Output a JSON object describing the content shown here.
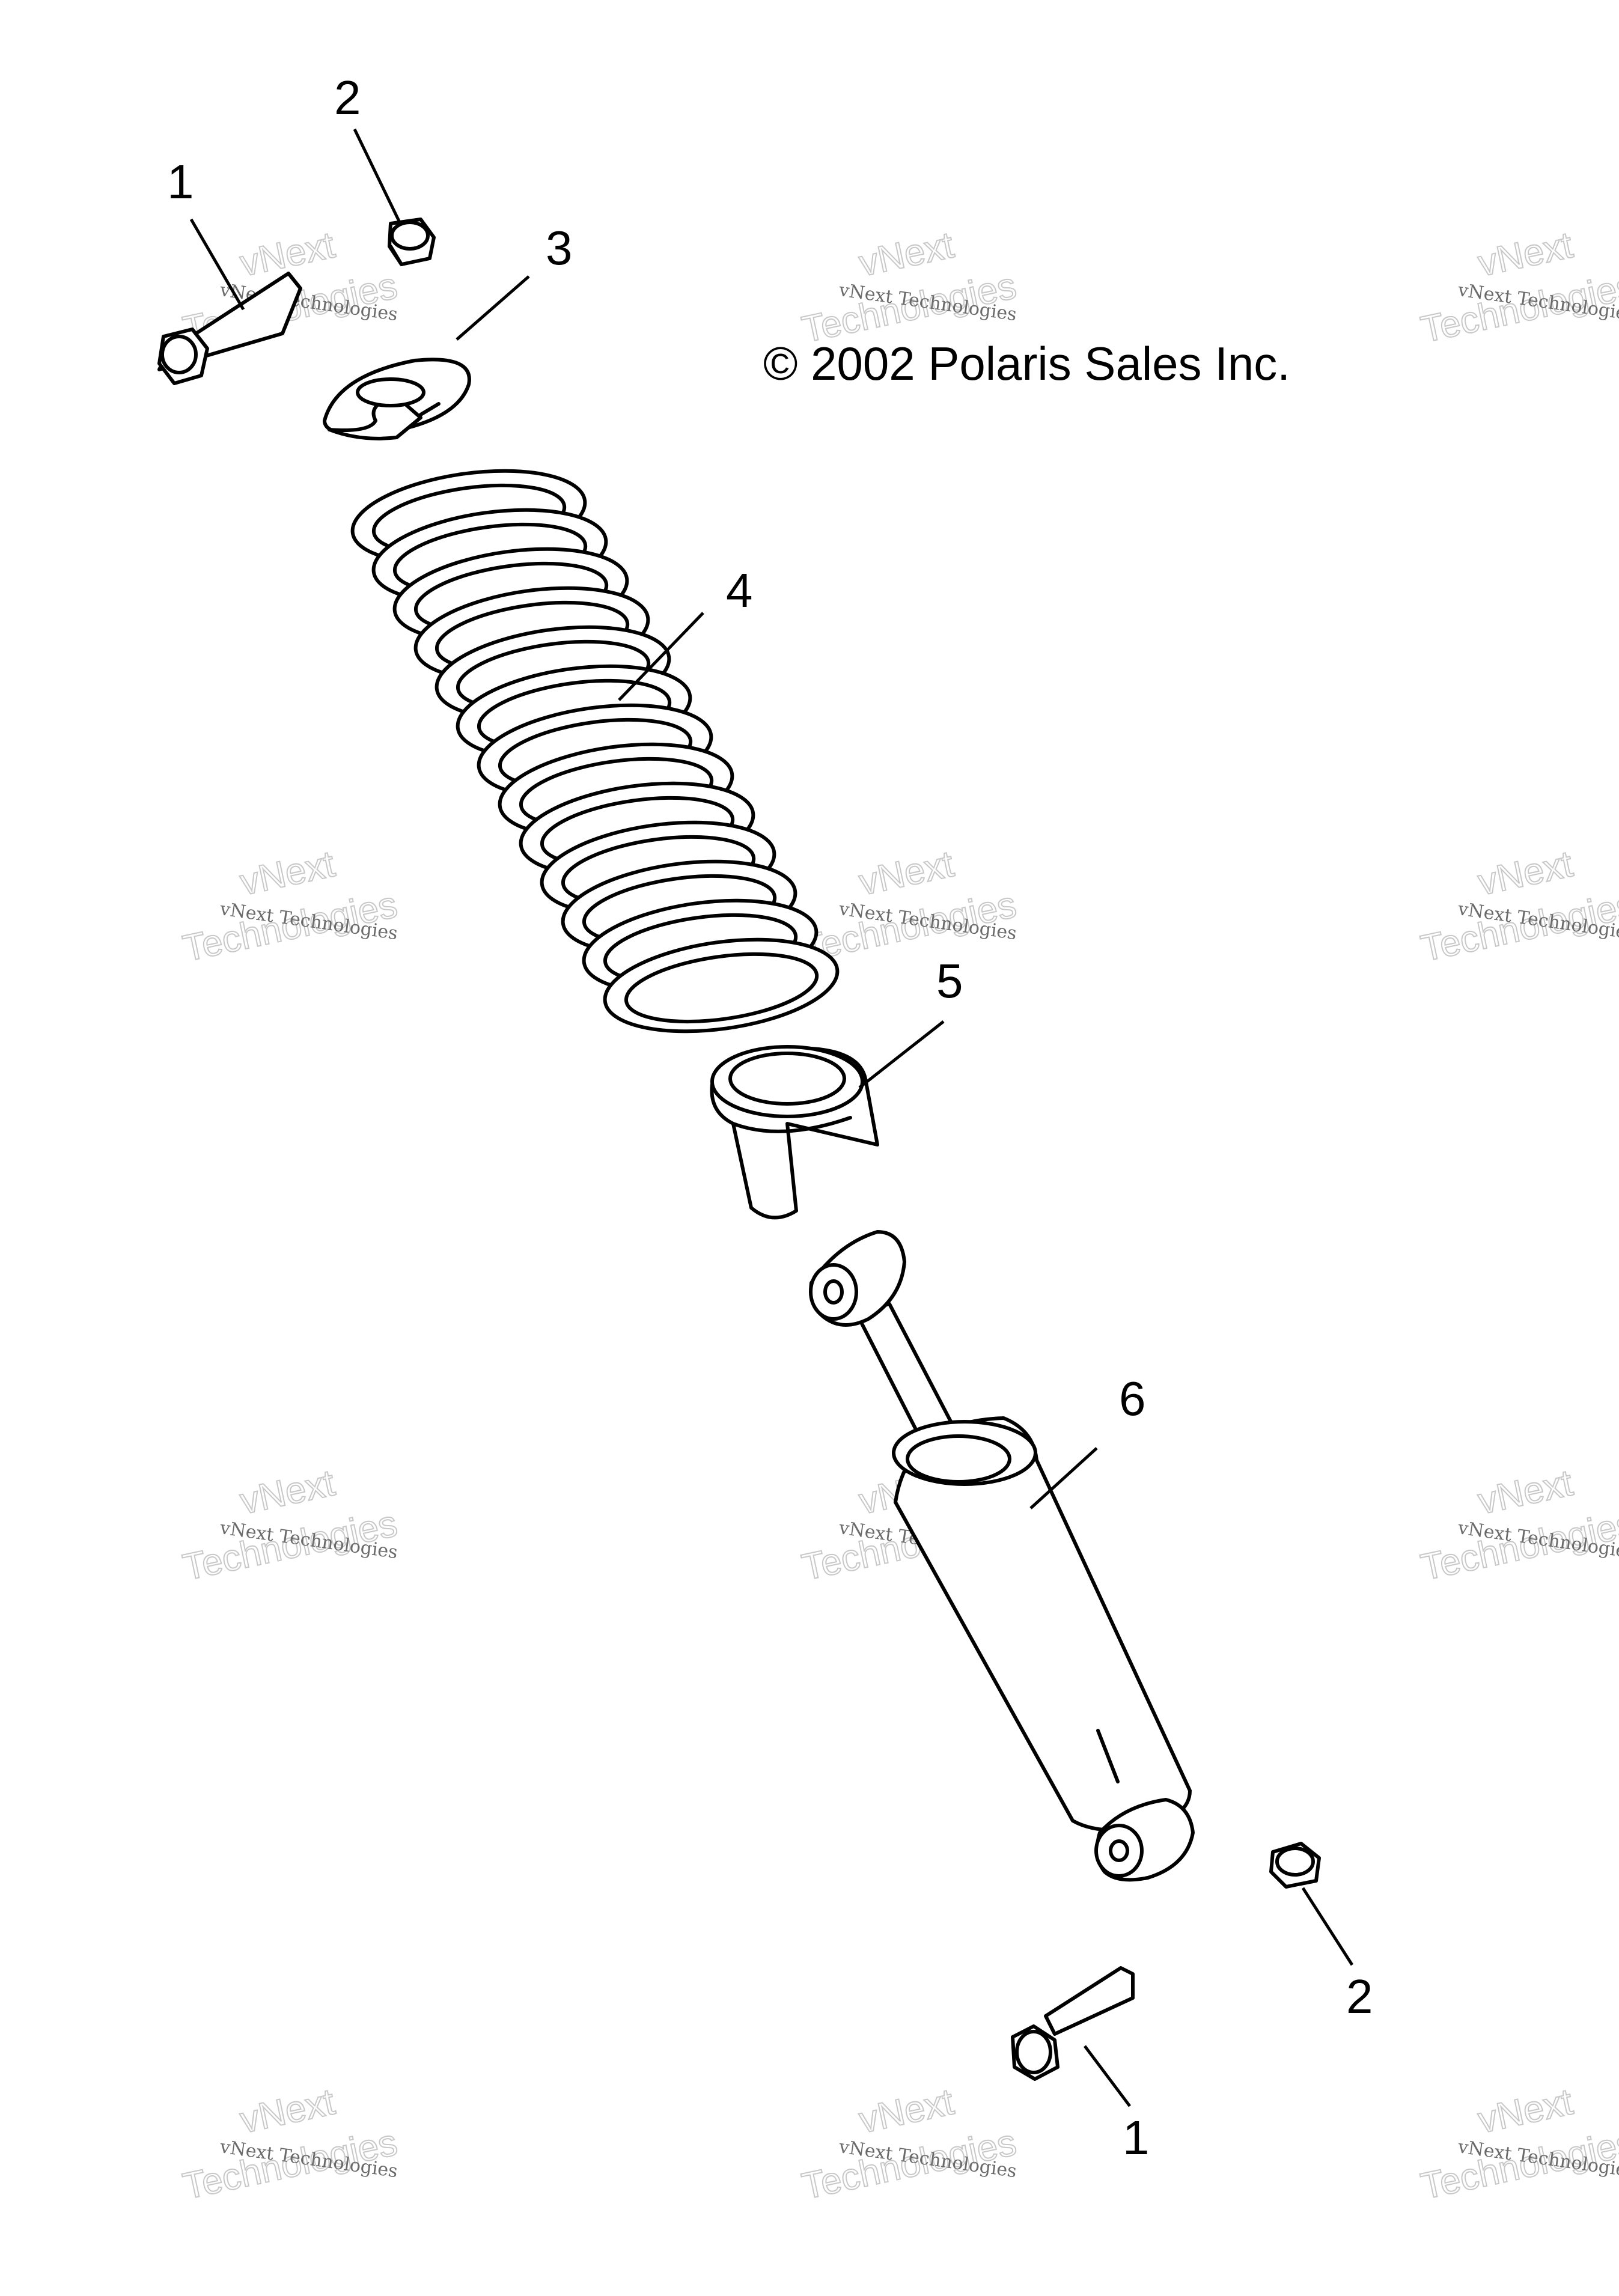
{
  "copyright": "© 2002 Polaris Sales Inc.",
  "callouts": [
    {
      "id": "bolt-top",
      "label": "1"
    },
    {
      "id": "nut-top",
      "label": "2"
    },
    {
      "id": "retainer",
      "label": "3"
    },
    {
      "id": "spring",
      "label": "4"
    },
    {
      "id": "spring-seat",
      "label": "5"
    },
    {
      "id": "shock-body",
      "label": "6"
    },
    {
      "id": "nut-bottom",
      "label": "2"
    },
    {
      "id": "bolt-bottom",
      "label": "1"
    }
  ],
  "watermark": {
    "line1": "vNext",
    "line2": "Technologies",
    "combined": "vNext Technologies"
  }
}
